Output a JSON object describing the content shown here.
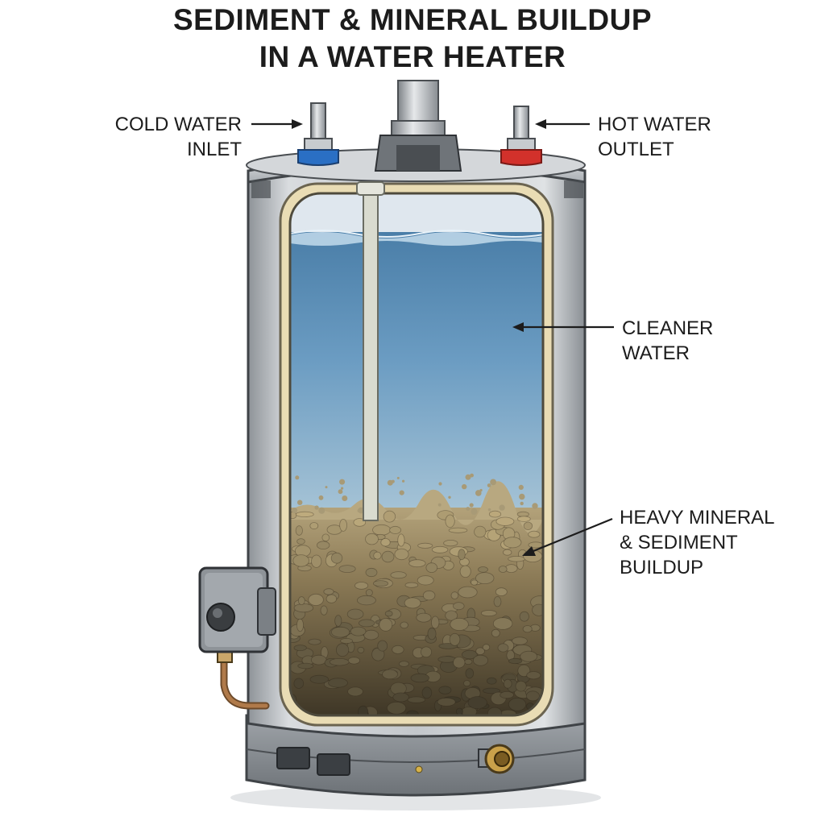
{
  "title": {
    "line1": "SEDIMENT & MINERAL BUILDUP",
    "line2": "IN A WATER HEATER"
  },
  "labels": {
    "cold_water_inlet": {
      "line1": "COLD WATER",
      "line2": "INLET"
    },
    "hot_water_outlet": {
      "line1": "HOT WATER",
      "line2": "OUTLET"
    },
    "cleaner_water": {
      "line1": "CLEANER",
      "line2": "WATER"
    },
    "sediment": {
      "line1": "HEAVY MINERAL",
      "line2": "& SEDIMENT",
      "line3": "BUILDUP"
    }
  },
  "colors": {
    "cold_accent": "#2a6fc4",
    "hot_accent": "#d2312b",
    "water": "#6e9fc4",
    "sediment": "#7a6a4a",
    "tank_metal": "#b9bdc1",
    "insulation": "#e9dcb4"
  }
}
